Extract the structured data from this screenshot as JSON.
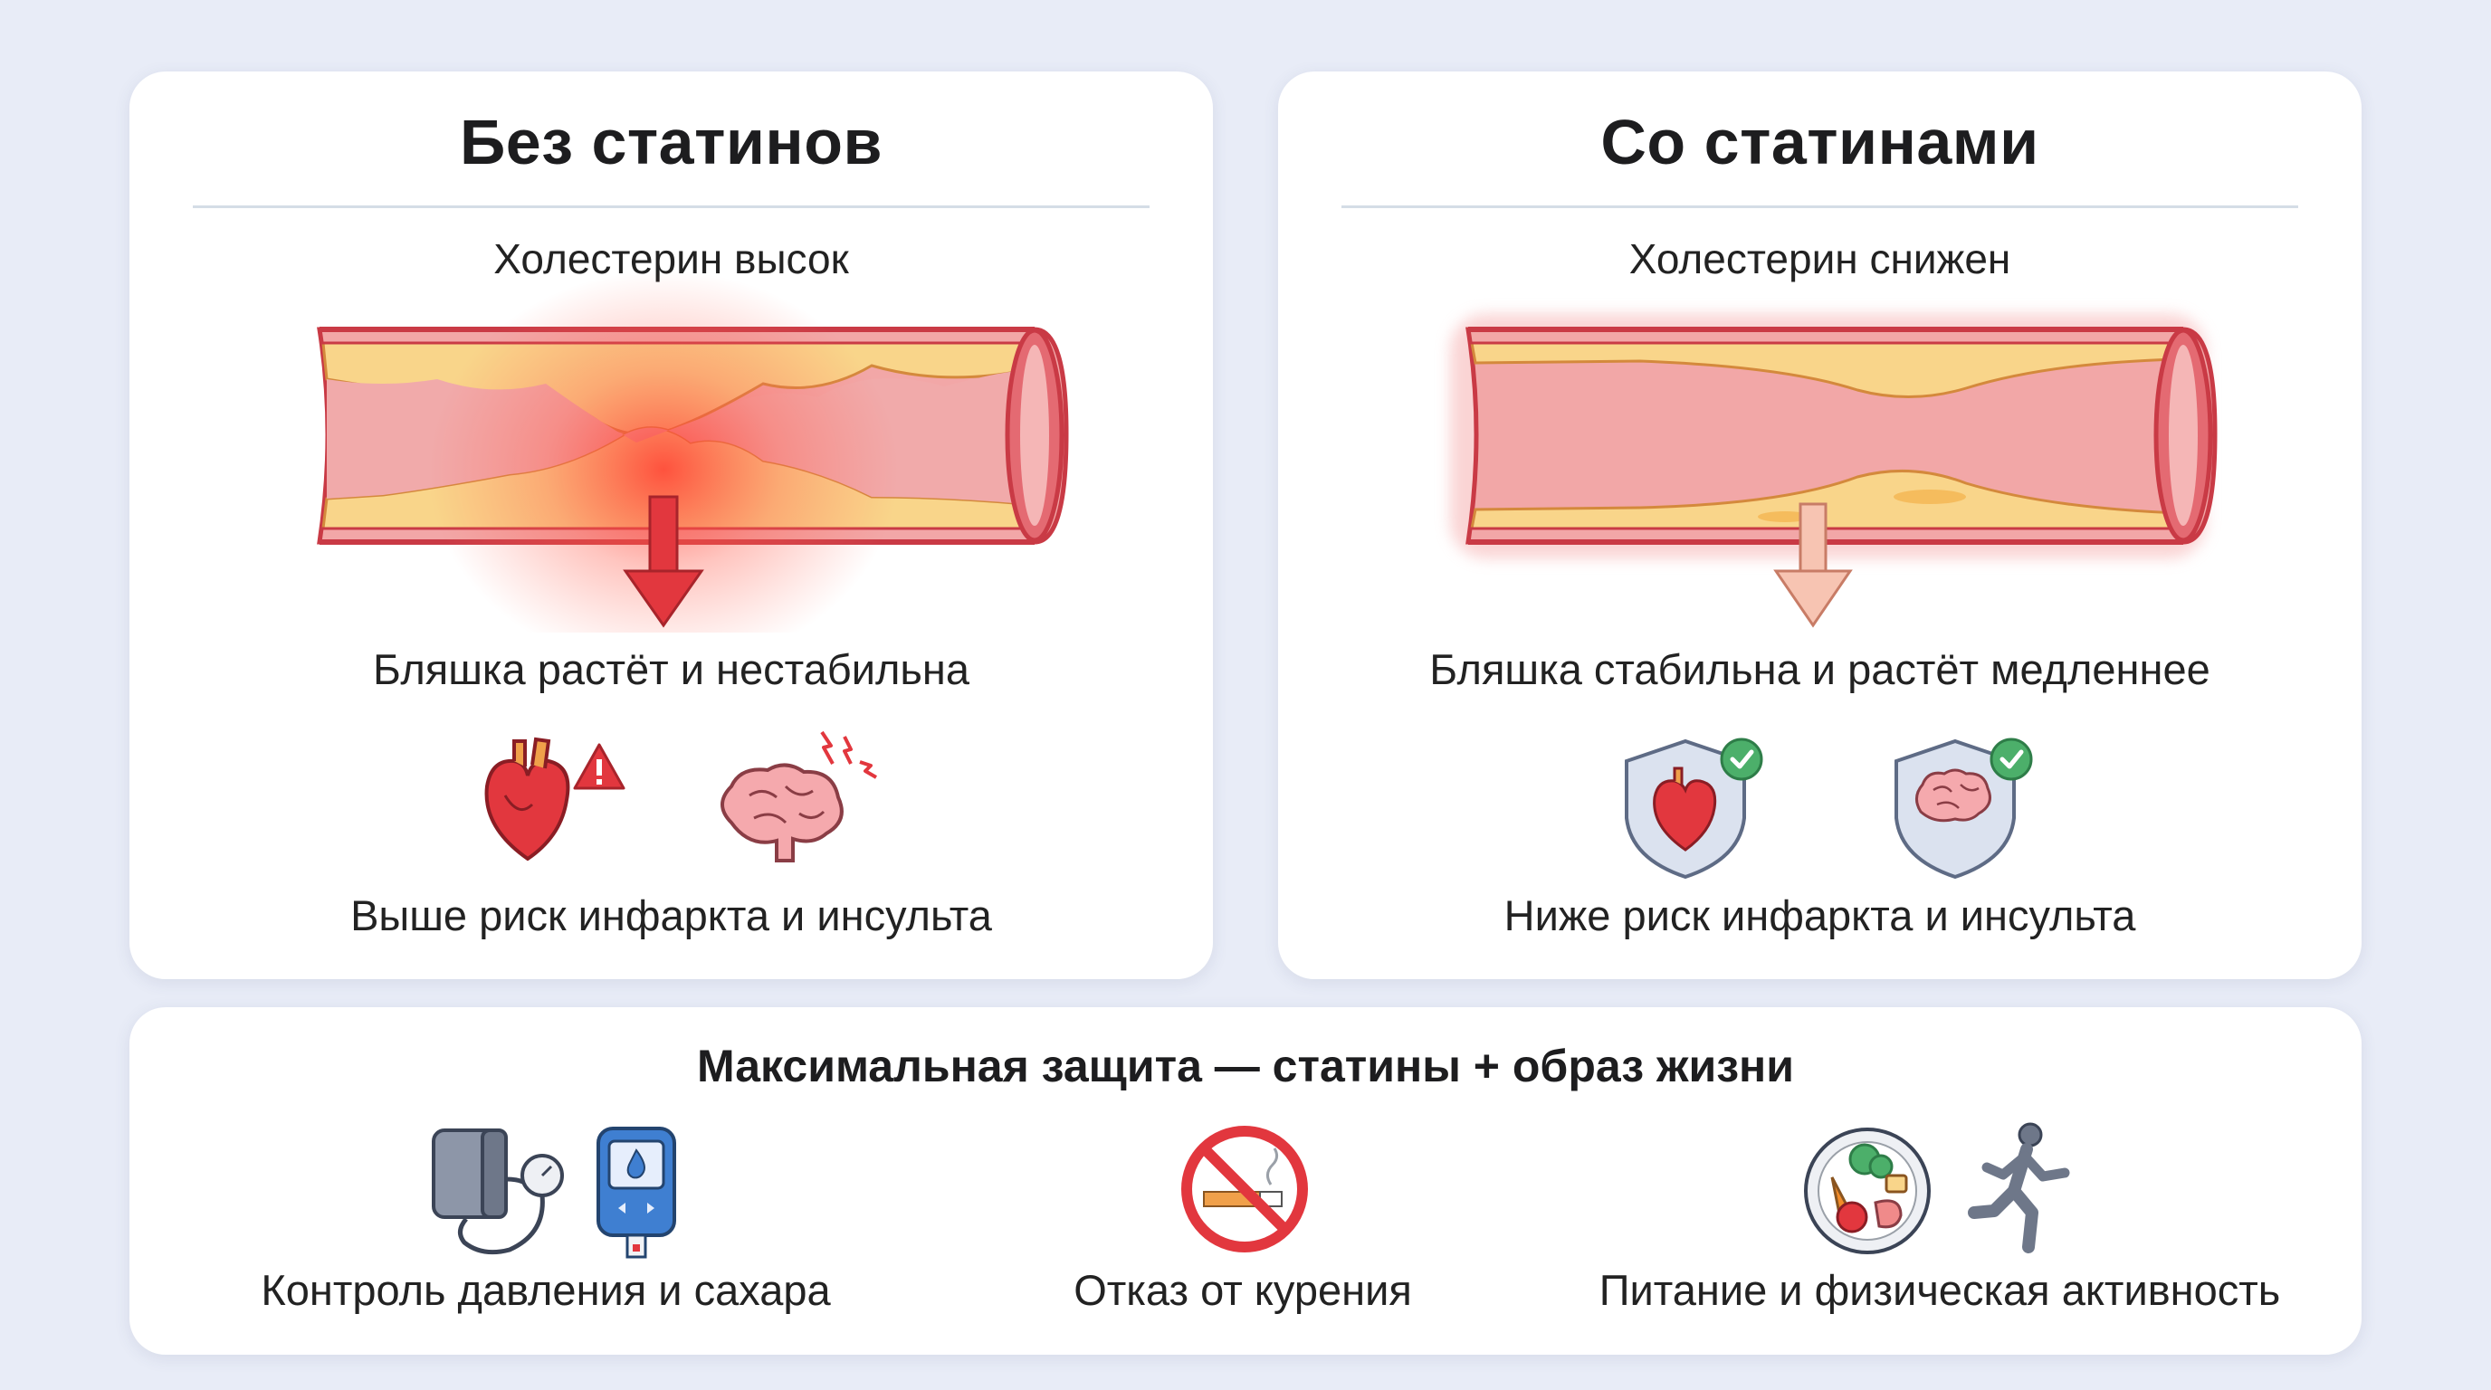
{
  "left_panel": {
    "title": "Без статинов",
    "cholesterol": "Холестерин высок",
    "plaque": "Бляшка растёт и нестабильна",
    "risk": "Выше риск инфаркта и инсульта"
  },
  "right_panel": {
    "title": "Со статинами",
    "cholesterol": "Холестерин снижен",
    "plaque": "Бляшка стабильна и растёт медленнее",
    "risk": "Ниже риск инфаркта и инсульта"
  },
  "bottom_panel": {
    "title": "Максимальная защита — статины + образ жизни",
    "items": [
      {
        "label": "Контроль давления и сахара"
      },
      {
        "label": "Отказ от курения"
      },
      {
        "label": "Питание и физическая активность"
      }
    ]
  },
  "colors": {
    "vessel_wall": "#e0606a",
    "vessel_inner": "#f3b3b3",
    "plaque": "#f9d58a",
    "danger_red": "#e2373e",
    "safe_arrow": "#f7c4b2",
    "check_green": "#4caf6a",
    "background": "#e8ecf7"
  },
  "icons": [
    "heart-icon",
    "warning-icon",
    "brain-icon",
    "lightning-icon",
    "shield-heart-icon",
    "shield-brain-icon",
    "check-icon",
    "blood-pressure-monitor-icon",
    "glucometer-icon",
    "no-smoking-icon",
    "food-plate-icon",
    "running-person-icon"
  ]
}
